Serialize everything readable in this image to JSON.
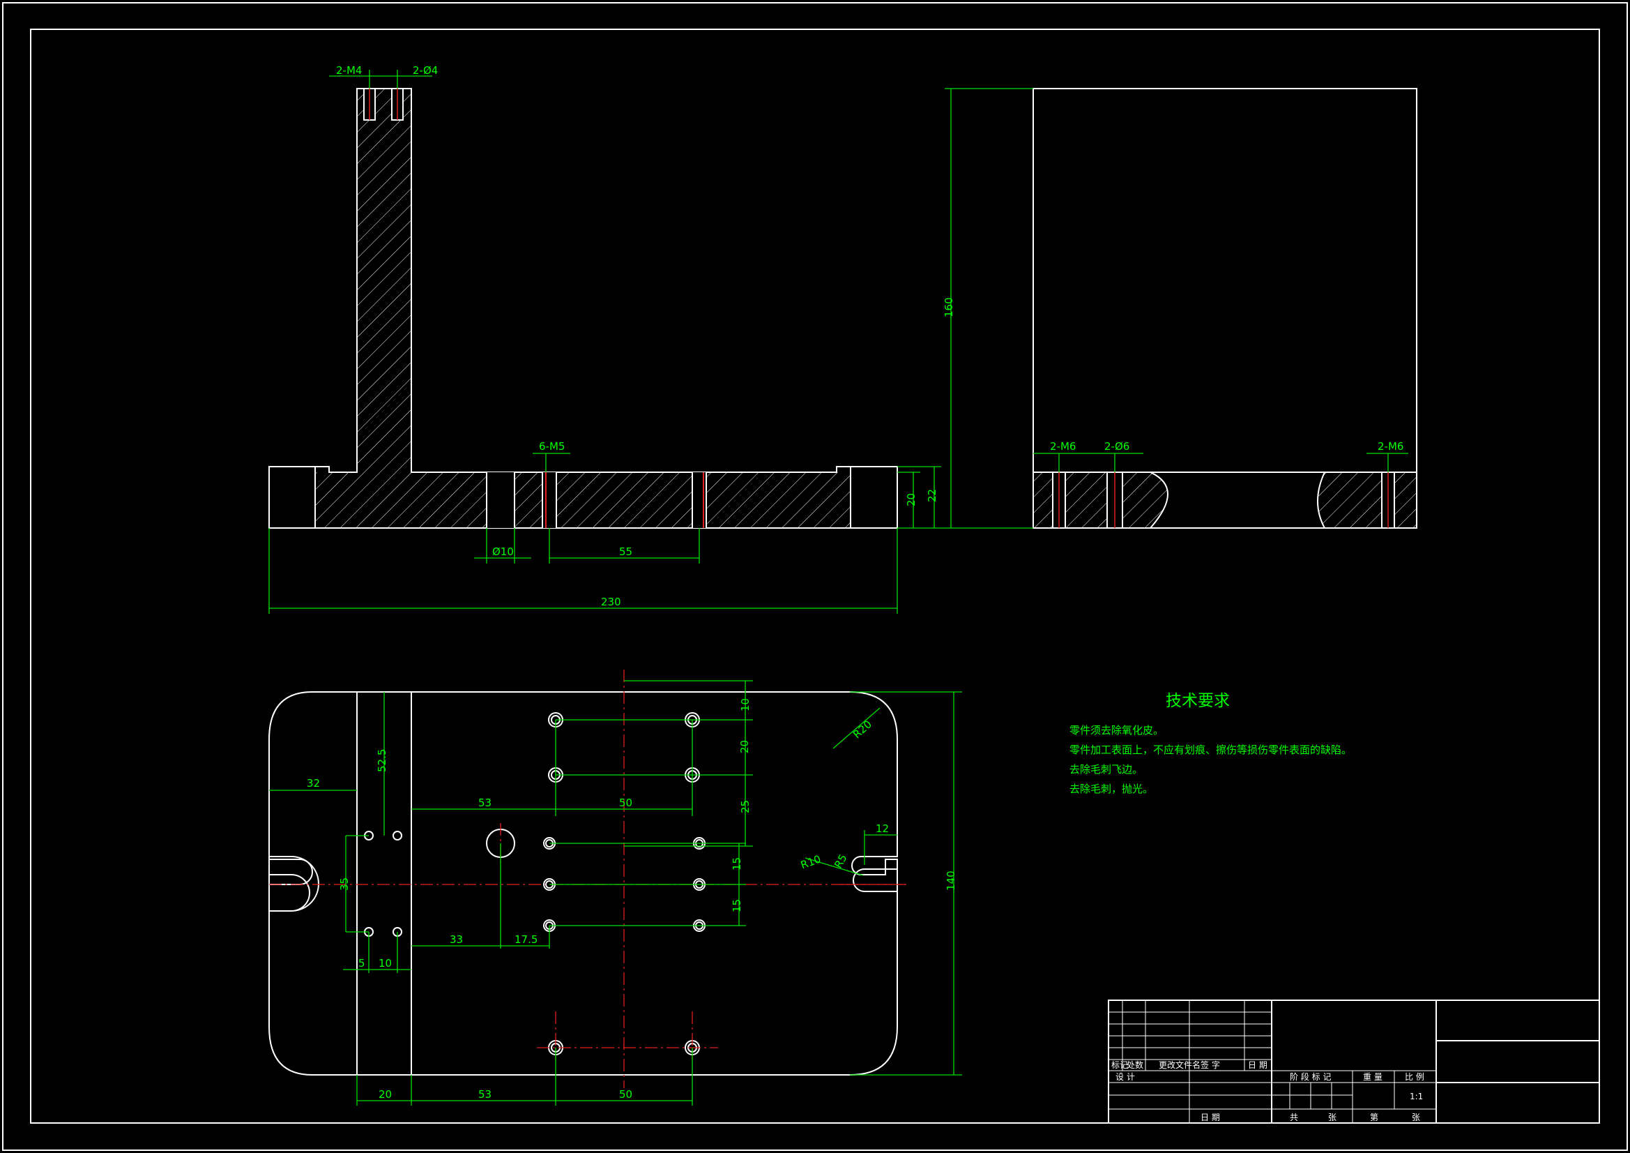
{
  "views": {
    "front": {
      "dims": {
        "top_left": "2-M4",
        "top_right": "2-Ø4",
        "holes": "6-M5",
        "d10": "Ø10",
        "d55": "55",
        "overall": "230",
        "h20": "20",
        "h22": "22"
      }
    },
    "side": {
      "dims": {
        "h160": "160",
        "m6_left": "2-M6",
        "o6": "2-Ø6",
        "m6_right": "2-M6"
      }
    },
    "top": {
      "dims": {
        "d32": "32",
        "d52_5": "52.5",
        "d53_top": "53",
        "d50_top": "50",
        "d10v": "10",
        "d20v": "20",
        "d25v": "25",
        "d15a": "15",
        "d15b": "15",
        "d35": "35",
        "d33": "33",
        "d17_5": "17.5",
        "d5": "5",
        "d10h": "10",
        "r20": "R20",
        "r10": "R10",
        "r5": "R5",
        "d12": "12",
        "d140": "140",
        "d20b": "20",
        "d53b": "53",
        "d50b": "50"
      }
    }
  },
  "tech": {
    "title": "技术要求",
    "lines": [
      "零件须去除氧化皮。",
      "零件加工表面上，不应有划痕、擦伤等损伤零件表面的缺陷。",
      "去除毛刺飞边。",
      "去除毛刺，抛光。"
    ]
  },
  "title_block": {
    "c1": "标记",
    "c2": "处数",
    "c3": "更改文件名",
    "c4": "签 字",
    "c5": "日 期",
    "design": "设 计",
    "date": "日 期",
    "stage": "阶 段 标 记",
    "weight": "重 量",
    "scale_label": "比 例",
    "scale": "1:1",
    "total": "共",
    "sheets": "张",
    "page": "第",
    "sheet": "张"
  }
}
